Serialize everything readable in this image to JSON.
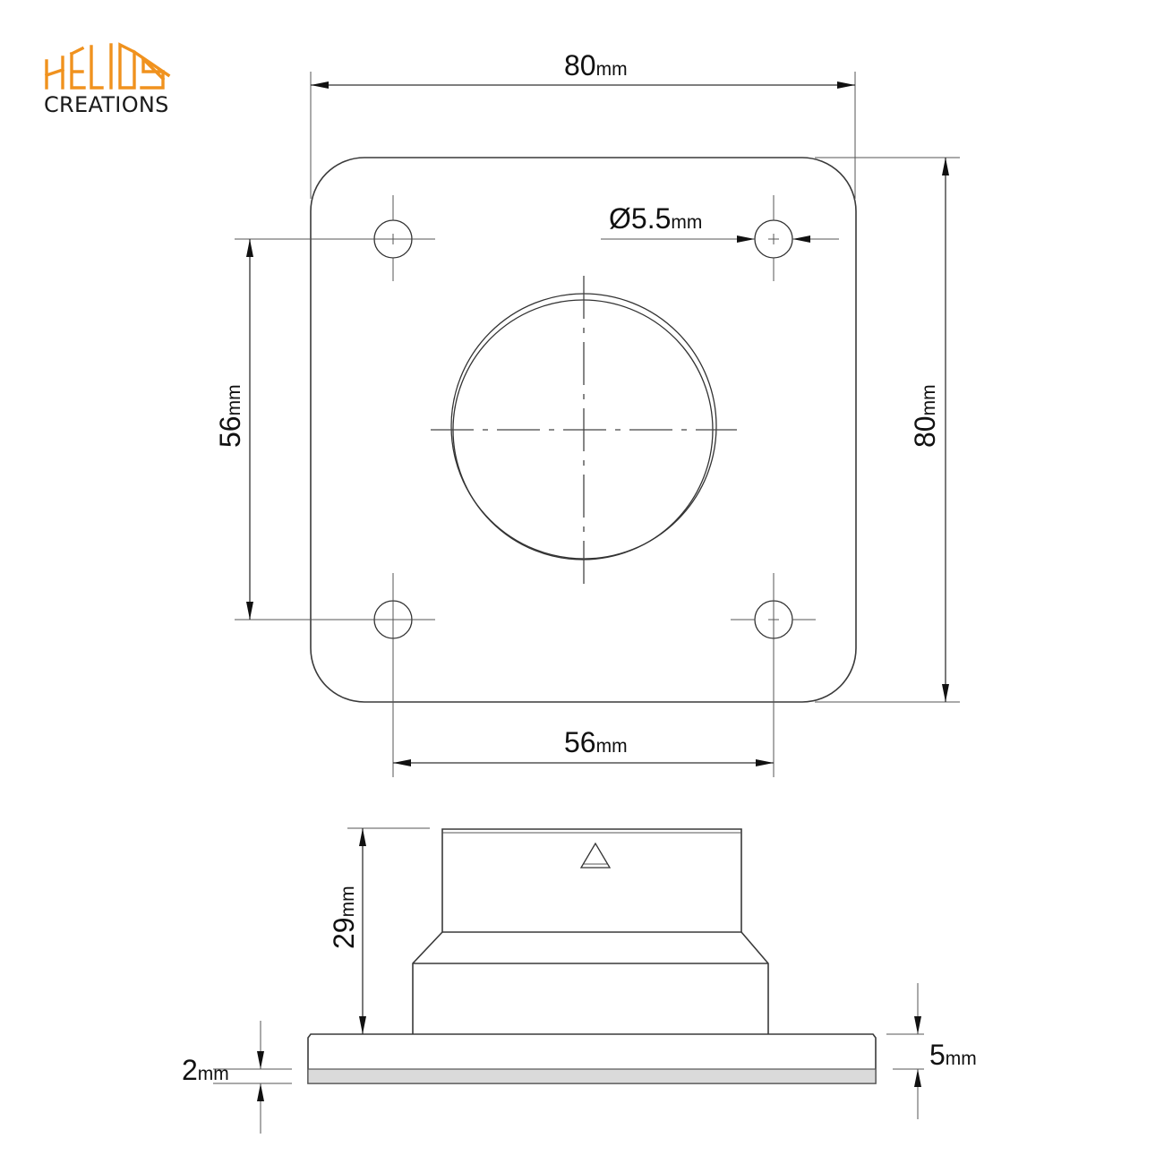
{
  "logo": {
    "brand": "HELIOS",
    "subtitle": "CREATIONS",
    "brand_color": "#F0921E"
  },
  "top_view": {
    "width_dim": {
      "value": "80",
      "unit": "mm"
    },
    "height_dim": {
      "value": "80",
      "unit": "mm"
    },
    "hole_spacing_vertical": {
      "value": "56",
      "unit": "mm"
    },
    "hole_spacing_horizontal": {
      "value": "56",
      "unit": "mm"
    },
    "hole_diameter": {
      "value": "Ø5.5",
      "unit": "mm"
    },
    "mounting_holes": 4,
    "center_bore": "circular through-hole with centerlines"
  },
  "side_view": {
    "total_height": {
      "value": "29",
      "unit": "mm"
    },
    "flange_thickness": {
      "value": "5",
      "unit": "mm"
    },
    "bottom_layer": {
      "value": "2",
      "unit": "mm"
    },
    "marker": "triangle-alignment-mark"
  },
  "colors": {
    "line": "#333333",
    "bottom_layer_fill": "#DADADA",
    "background": "#FFFFFF"
  }
}
